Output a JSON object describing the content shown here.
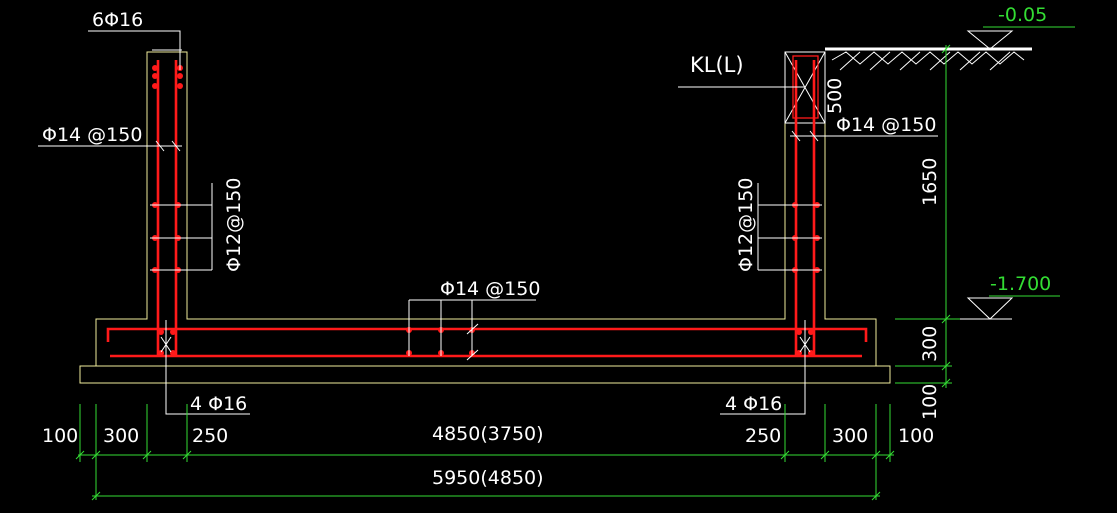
{
  "labels": {
    "top_left_bar": "6Φ16",
    "left_wall_bar": "Φ14 @150",
    "left_dist_bar": "Φ12@150",
    "slab_bar": "Φ14 @150",
    "beam": "KL(L)",
    "beam_height": "500",
    "right_wall_bar": "Φ14 @150",
    "right_dist_bar": "Φ12@150",
    "left_corner_bar": "4 Φ16",
    "right_corner_bar": "4 Φ16"
  },
  "levels": {
    "top": "-0.05",
    "bottom": "-1.700"
  },
  "dims": {
    "d100_left": "100",
    "d300_left": "300",
    "d250_left": "250",
    "d4850": "4850(3750)",
    "d250_right": "250",
    "d300_right": "300",
    "d100_right": "100",
    "d5950": "5950(4850)",
    "v1650": "1650",
    "v300": "300",
    "v100": "100"
  }
}
